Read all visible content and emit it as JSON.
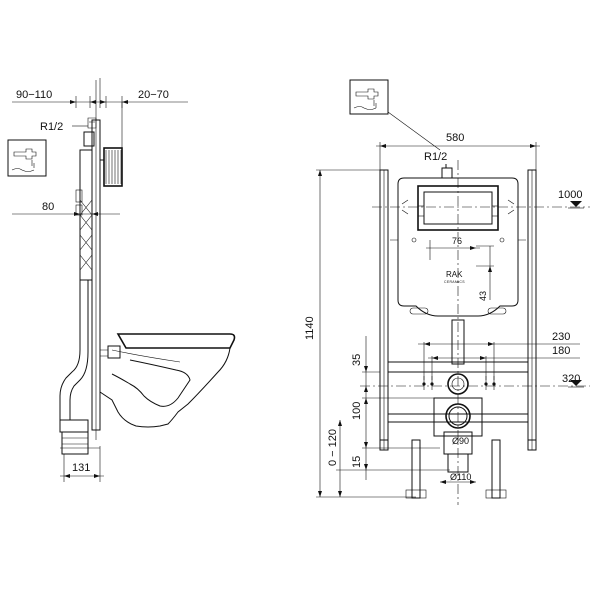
{
  "side_view": {
    "dims": {
      "offset_left": "90−110",
      "offset_right": "20−70",
      "thread": "R1/2",
      "frame_depth": "80",
      "base_depth": "131"
    },
    "icons": {
      "tap": "water-tap-icon"
    }
  },
  "front_view": {
    "dims": {
      "width": "580",
      "thread": "R1/2",
      "height": "1140",
      "button_height": "1000",
      "button_offset": "76",
      "button_drop": "43",
      "anchor_outer": "230",
      "anchor_inner": "180",
      "pipe_height": "320",
      "dim_35": "35",
      "dim_100": "100",
      "adjust_range": "0 − 120",
      "dim_15": "15",
      "pipe_90": "Ø90",
      "pipe_110": "Ø110"
    },
    "brand": {
      "name": "RAK",
      "sub": "CERAMICS"
    },
    "icons": {
      "tap": "water-tap-icon"
    }
  },
  "colors": {
    "line": "#111111",
    "background": "#ffffff"
  }
}
